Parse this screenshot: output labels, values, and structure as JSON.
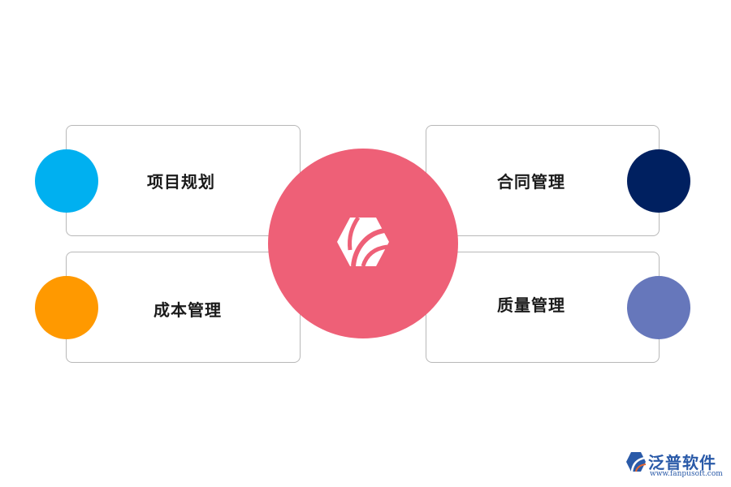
{
  "nodes": {
    "top_left": {
      "label": "项目规划",
      "color": "#00b0f0"
    },
    "bottom_left": {
      "label": "成本管理",
      "color": "#ff9900"
    },
    "top_right": {
      "label": "合同管理",
      "color": "#002060"
    },
    "bottom_right": {
      "label": "质量管理",
      "color": "#6677bb"
    }
  },
  "center": {
    "color": "#ee6077",
    "icon": "hexagon-logo-icon"
  },
  "watermark": {
    "name": "泛普软件",
    "url": "www.fanpusoft.com",
    "color": "#2a5aa8",
    "icon": "fanpu-logo-icon"
  }
}
